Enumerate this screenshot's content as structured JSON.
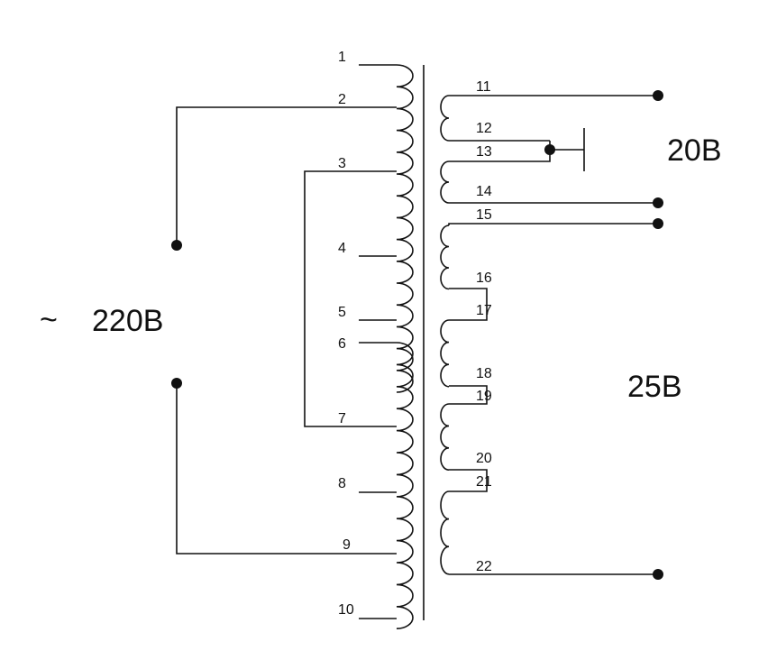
{
  "primary": {
    "pins": [
      "1",
      "2",
      "3",
      "4",
      "5",
      "6",
      "7",
      "8",
      "9",
      "10"
    ],
    "voltage_label": "220B",
    "ac_symbol": "~"
  },
  "secondary": {
    "pins": [
      "11",
      "12",
      "13",
      "14",
      "15",
      "16",
      "17",
      "18",
      "19",
      "20",
      "21",
      "22"
    ],
    "winding_a_label": "20B",
    "winding_b_label": "25B"
  }
}
